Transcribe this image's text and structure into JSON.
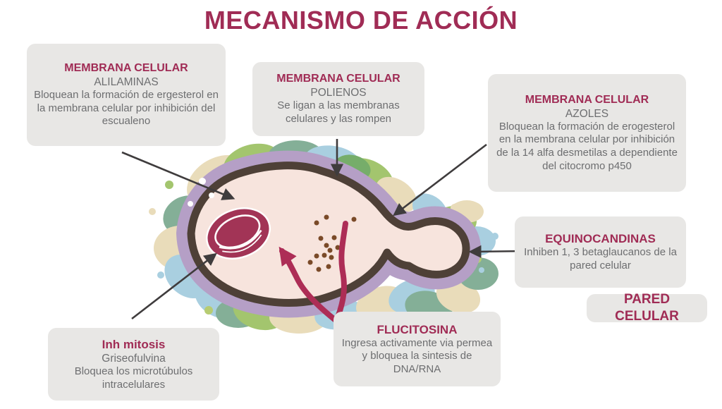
{
  "title": "MECANISMO DE ACCIÓN",
  "colors": {
    "accent": "#a02c55",
    "body_text": "#6d6e70",
    "box_bg": "#e8e7e5",
    "cell_membrane_purple": "#b59fc6",
    "cell_wall_brown": "#4e4037",
    "cytoplasm_pink": "#f7e4dd",
    "nucleus_maroon": "#a23456",
    "arrow_dark": "#3f3c3d",
    "curve_maroon": "#ad2d56",
    "granule_brown": "#7a4a28",
    "patch_tan": "#e9dcba",
    "patch_blue": "#a9cfe0",
    "patch_green": "#a3c56e",
    "patch_sage": "#84af97",
    "patch_olive": "#b7cc72"
  },
  "boxes": {
    "alilaminas": {
      "heading": "MEMBRANA CELULAR",
      "subheading": "ALILAMINAS",
      "body": "Bloquean la formación de ergesterol en la membrana celular por inhibición del escualeno"
    },
    "polienos": {
      "heading": "MEMBRANA CELULAR",
      "subheading": "POLIENOS",
      "body": "Se ligan a las membranas celulares y las rompen"
    },
    "azoles": {
      "heading": "MEMBRANA CELULAR",
      "subheading": "AZOLES",
      "body": "Bloquean la formación de erogesterol en la membrana celular por inhibición de la 14 alfa desmetilas a dependiente del citocromo p450"
    },
    "equinocandinas": {
      "heading": "EQUINOCANDINAS",
      "body": "Inhiben 1, 3 betaglaucanos de la pared celular"
    },
    "pared_celular": {
      "heading": "PARED CELULAR"
    },
    "inh_mitosis": {
      "heading": "Inh mitosis",
      "subheading": "Griseofulvina",
      "body": "Bloquea los microtúbulos intracelulares"
    },
    "flucitosina": {
      "heading": "FLUCITOSINA",
      "body": "Ingresa activamente via permea y bloquea la sintesis de DNA/RNA"
    }
  }
}
